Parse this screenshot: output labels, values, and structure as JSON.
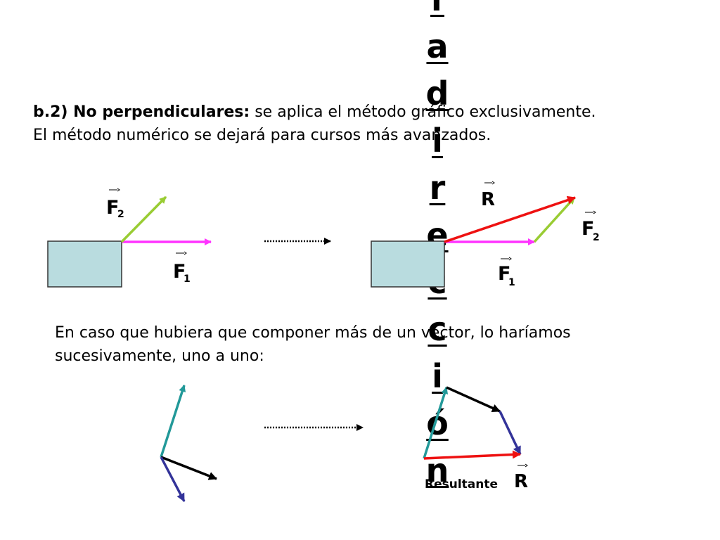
{
  "vertical_title_letters": [
    "f",
    "a",
    "d",
    "i",
    "r",
    "e",
    "c",
    "c",
    "i",
    "ó",
    "n"
  ],
  "intro": {
    "label": "b.2) No perpendiculares:",
    "text": " se aplica el método gráfico exclusivamente.",
    "line2": "El método numérico se dejará para cursos más avanzados."
  },
  "second_paragraph": {
    "line1": "En caso que hubiera que componer más de un vector, lo haríamos",
    "line2": "sucesivamente, uno a uno:"
  },
  "labels": {
    "F": "F",
    "sub1": "1",
    "sub2": "2",
    "R": "R",
    "resultante": "Resultante"
  },
  "colors": {
    "box": "#b9dcdf",
    "F1": "#ff33ff",
    "F2": "#99cc33",
    "R": "#ee1111",
    "teal": "#229999",
    "black": "#000000",
    "indigo": "#333399"
  }
}
